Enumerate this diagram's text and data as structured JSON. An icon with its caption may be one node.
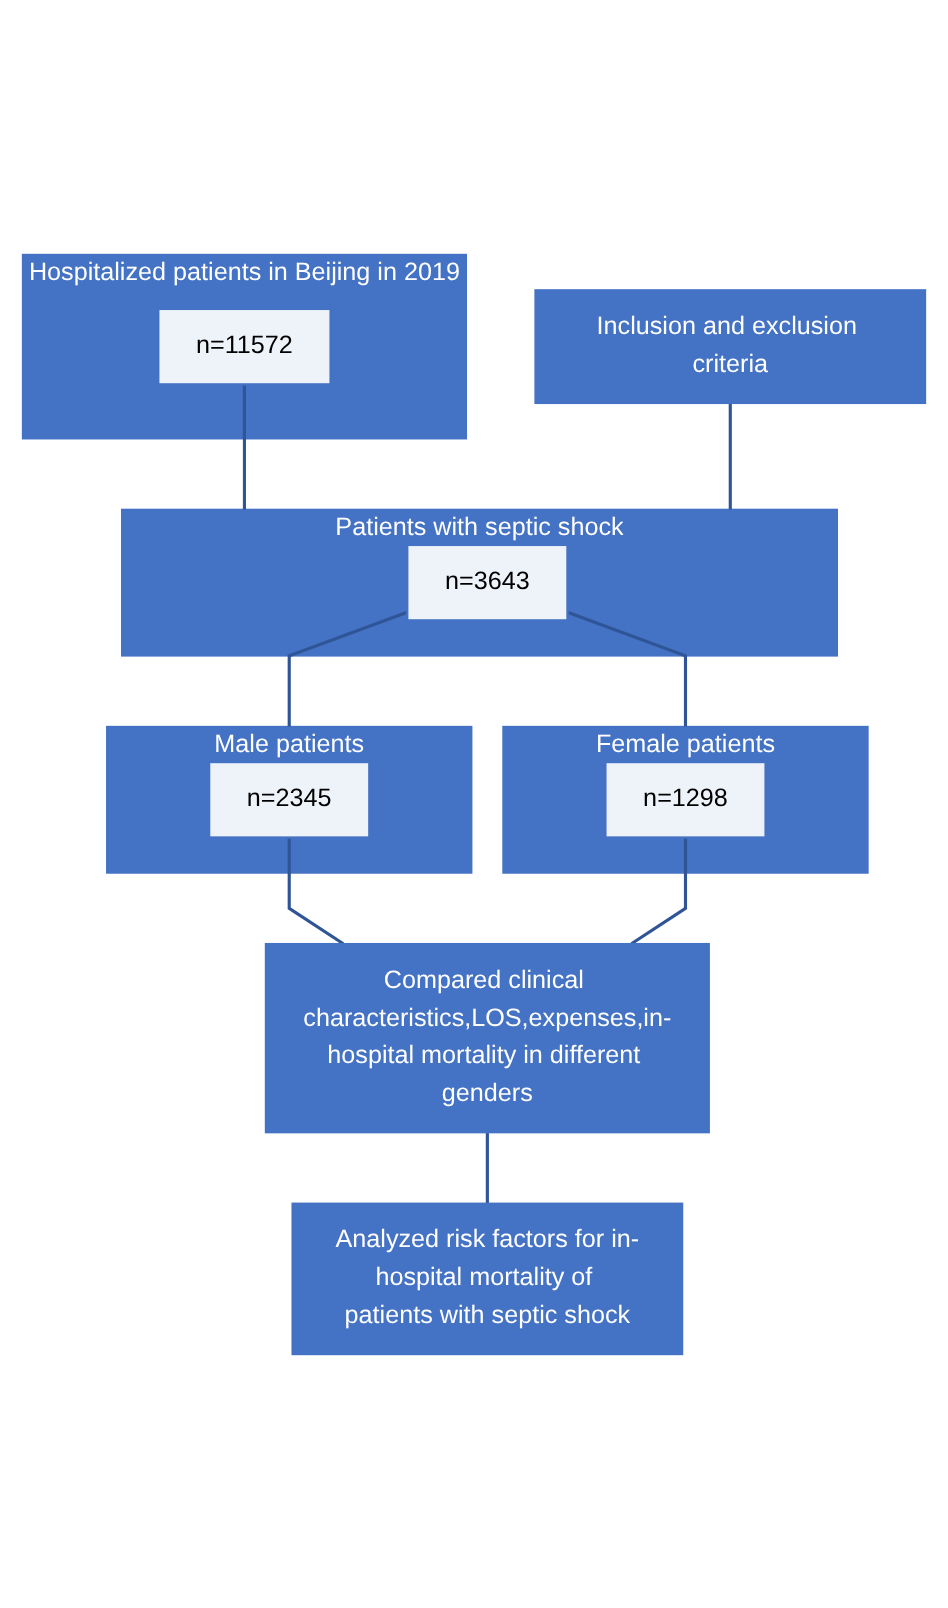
{
  "diagram": {
    "nodes": [
      {
        "text": [
          "Hospitalized patients in Beijing in 2019"
        ]
      },
      {
        "text": [
          "n=11572"
        ],
        "in": 0
      },
      {
        "text": [
          "Inclusion and exclusion criteria"
        ]
      },
      {
        "text": [
          "Patients with septic shock"
        ]
      },
      {
        "text": [
          "n=3643"
        ],
        "in": 3
      },
      {
        "text": [
          "Male patients"
        ]
      },
      {
        "text": [
          "n=2345"
        ],
        "in": 5
      },
      {
        "text": [
          "Female patients"
        ]
      },
      {
        "text": [
          "n=1298"
        ],
        "in": 7
      },
      {
        "text": [
          "Compared clinical characteristics,LOS,expenses,in-hospital mortality in different genders"
        ]
      },
      {
        "text": [
          "Analyzed risk factors for in-hospital mortality of patients with septic shock"
        ]
      }
    ],
    "edges": [
      {
        "from": 1,
        "to": 3,
        "arrow": "none"
      },
      {
        "from": 2,
        "to": 3,
        "arrow": "none"
      },
      {
        "from": 4,
        "to": 5,
        "arrow": "none"
      },
      {
        "from": 4,
        "to": 7,
        "arrow": "none"
      },
      {
        "from": 6,
        "to": 9,
        "arrow": "none"
      },
      {
        "from": 8,
        "to": 9,
        "arrow": "none"
      },
      {
        "from": 9,
        "to": 10,
        "arrow": "none"
      }
    ]
  }
}
